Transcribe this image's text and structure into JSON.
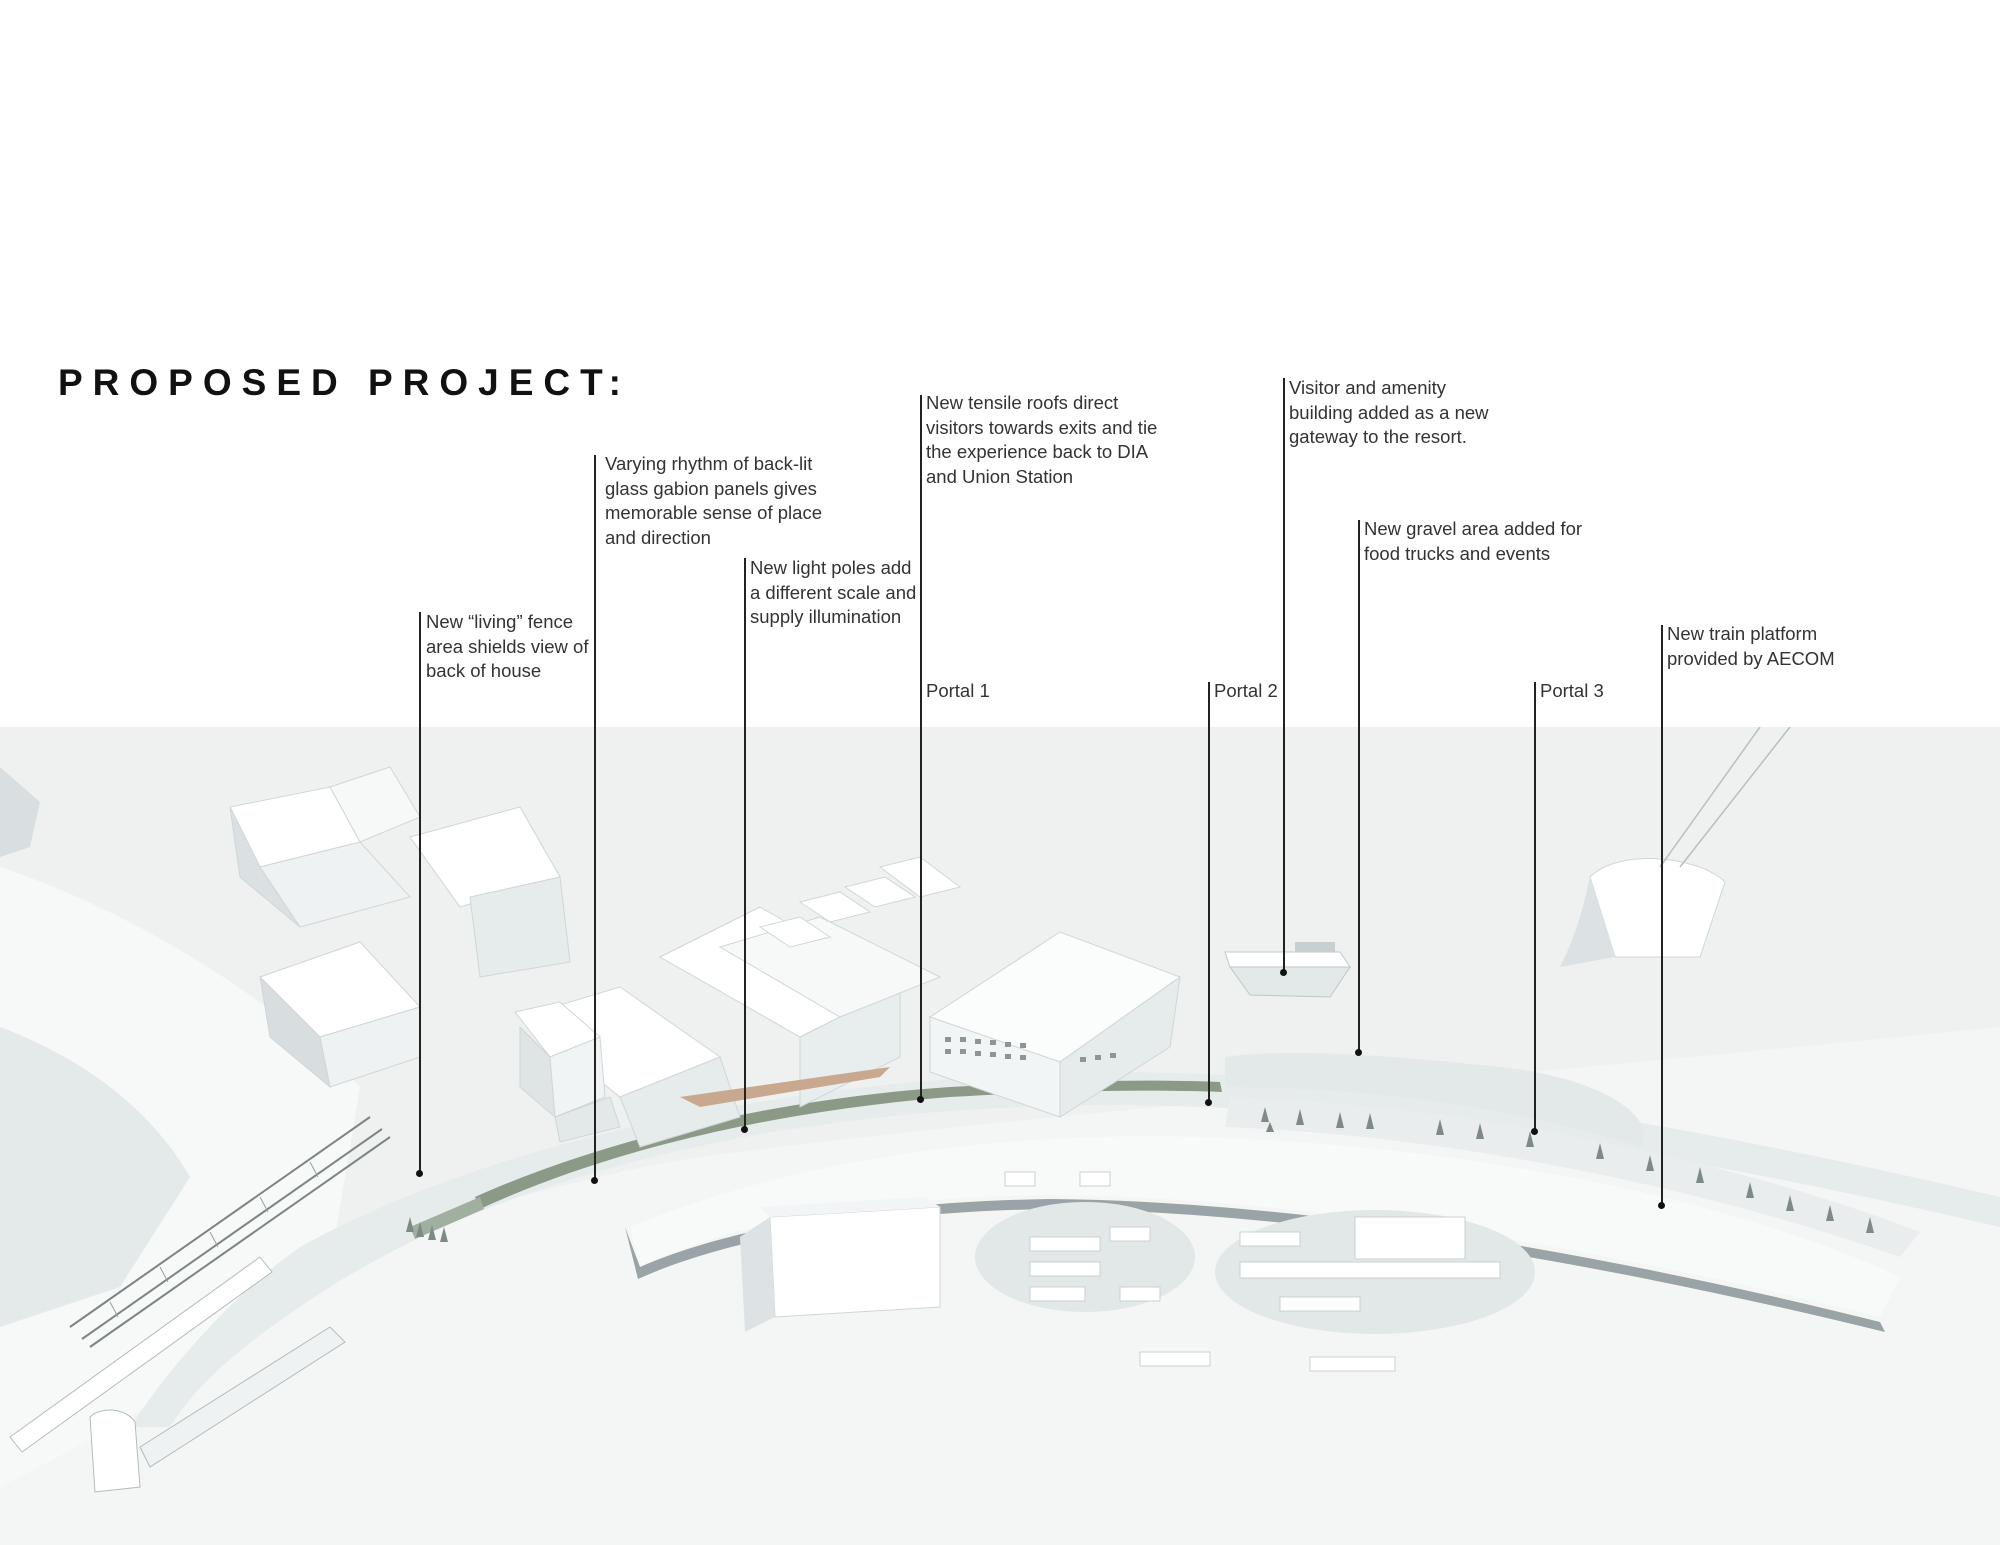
{
  "title": "PROPOSED PROJECT:",
  "callouts": {
    "living_fence": "New “living” fence\narea shields view of\nback of house",
    "gabion_panels": "Varying rhythm of back-lit\nglass gabion panels gives\nmemorable sense of place\nand direction",
    "light_poles": "New light poles add\na different scale and\nsupply illumination",
    "tensile_roofs": "New tensile roofs direct\nvisitors towards exits and tie\nthe experience back to DIA\nand Union Station",
    "portal_1": "Portal 1",
    "portal_2": "Portal 2",
    "visitor_building": "Visitor and amenity\nbuilding added as a new\ngateway to the resort.",
    "gravel_area": "New gravel area added for\nfood trucks and events",
    "portal_3": "Portal 3",
    "train_platform": "New train platform\nprovided by AECOM"
  },
  "colors": {
    "title": "#111111",
    "callout_text": "#333333",
    "leader_line": "#222222",
    "ground": "#eef1f0",
    "building_roof": "#f6f8f8",
    "building_shade": "#d6dcdd",
    "fence_green": "#8a9a86",
    "tree": "#7d8a86"
  }
}
